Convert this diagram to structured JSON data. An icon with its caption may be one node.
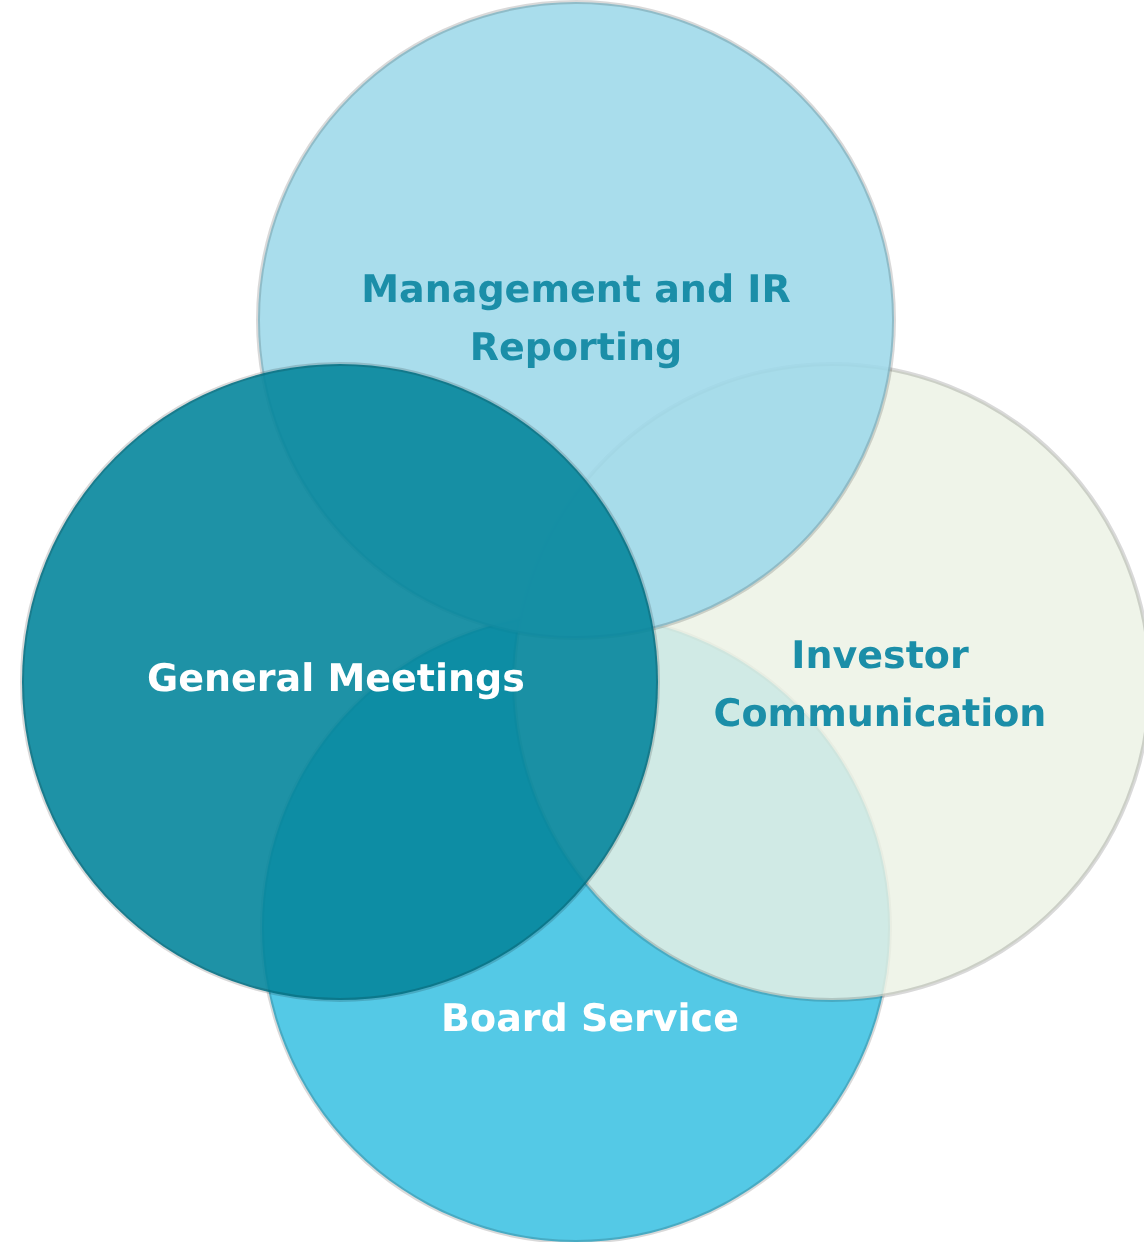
{
  "diagram": {
    "nodes": [
      {
        "text": [
          "Management and IR Reporting"
        ]
      },
      {
        "text": [
          "Investor Communication"
        ]
      },
      {
        "text": [
          "General Meetings"
        ]
      },
      {
        "text": [
          "Board Service"
        ]
      }
    ]
  }
}
